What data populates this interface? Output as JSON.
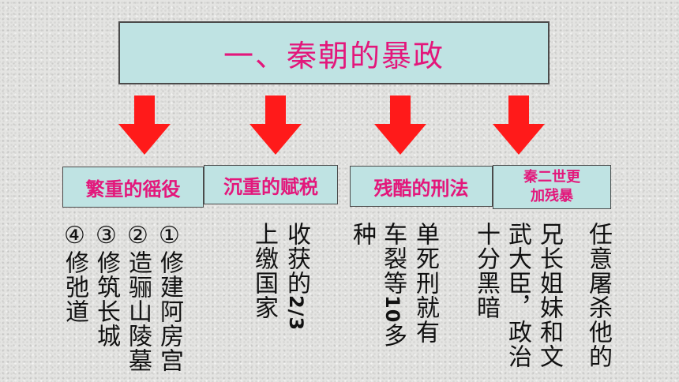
{
  "title": "一、秦朝的暴政",
  "colors": {
    "title_text": "#e3177b",
    "box_fill": "#bfe3e3",
    "arrow": "#ff1a1a"
  },
  "categories": [
    {
      "label": "繁重的徭役"
    },
    {
      "label": "沉重的赋税"
    },
    {
      "label": "残酷的刑法"
    },
    {
      "label_line1": "秦二世更",
      "label_line2": "加残暴"
    }
  ],
  "labor": {
    "item1": "①修建阿房宫",
    "item2": "②造骊山陵墓",
    "item3": "③修筑长城",
    "item4": "④修弛道"
  },
  "tax": {
    "line1_prefix": "收获的",
    "line1_fraction": "2/3",
    "line2": "上缴国家"
  },
  "law": {
    "line1": "单死刑就有",
    "line2_prefix": "车裂等",
    "line2_number": "10",
    "line2_suffix": "多",
    "line3": "种"
  },
  "qin2": {
    "line1": "任意屠杀他的",
    "line2": "兄长姐妹和文",
    "line3": "武大臣，政治",
    "line4": "十分黑暗"
  }
}
